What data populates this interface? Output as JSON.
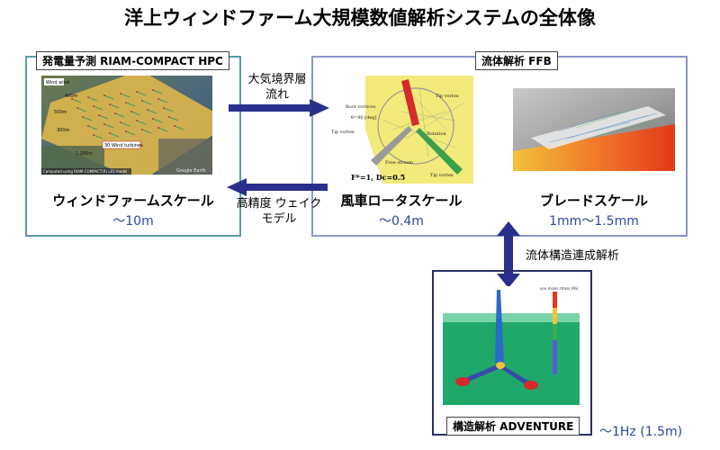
{
  "title": "洋上ウィンドファーム大規模数値解析システムの全体像",
  "panels": {
    "windfarm": {
      "label": "発電量予測 RIAM-COMPACT HPC",
      "scale_title": "ウィンドファームスケール",
      "scale_value": "〜10m",
      "image_texts": {
        "wind": "Wind wind",
        "distance_a": "400m",
        "distance_b": "500m",
        "distance_c": "300m",
        "distance_d": "1,200m",
        "turbines": "30 Wind turbines",
        "footer": "Computed using RIAM-COMPACT(R) LES model",
        "brand": "Google Earth"
      }
    },
    "fluid": {
      "label": "流体解析 FFB",
      "rotor_title": "風車ロータスケール",
      "rotor_value": "〜0.4m",
      "blade_title": "ブレードスケール",
      "blade_value": "1mm〜1.5mm",
      "image_texts": {
        "tip_vortex_1": "Tip vortex",
        "root_vortices": "Root vortices",
        "deg": "θ=90 [deg]",
        "tip_vortex_2": "Tip vortex",
        "rotation": "Rotation",
        "free_stream": "Free stream",
        "tip_vortex_3": "Tip vortex",
        "params": "F*=1, Dc=0.5"
      }
    },
    "structure": {
      "label": "構造解析 ADVENTURE",
      "value": "〜1Hz (1.5m)",
      "legend_title": "von mises stress (Pa)"
    }
  },
  "connectors": {
    "boundary_layer": "大気境界層 流れ",
    "wake_model": "高精度 ウェイクモデル",
    "fsi": "流体構造連成解析"
  },
  "colors": {
    "arrow": "#2a2f8c",
    "windfarm_border": "#5a9aa8",
    "fluid_border": "#8a96c8",
    "structure_border": "#2a2f6a",
    "value_text": "#2a4a9c"
  }
}
